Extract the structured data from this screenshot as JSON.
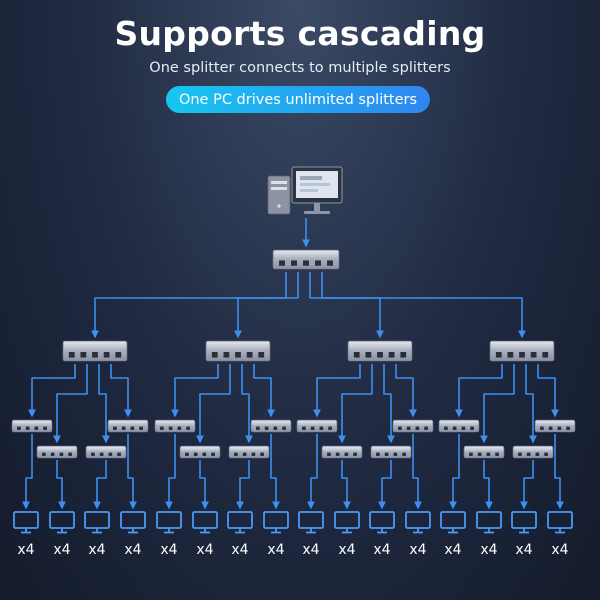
{
  "header": {
    "title": "Supports cascading",
    "subtitle": "One splitter connects to multiple splitters",
    "badge": "One PC drives unlimited splitters"
  },
  "colors": {
    "line": "#3d8ff0",
    "splitter_body": "#9ea6b8",
    "monitor_stroke": "#4a9af5"
  },
  "outputs": {
    "label": "x4",
    "count": 16
  }
}
